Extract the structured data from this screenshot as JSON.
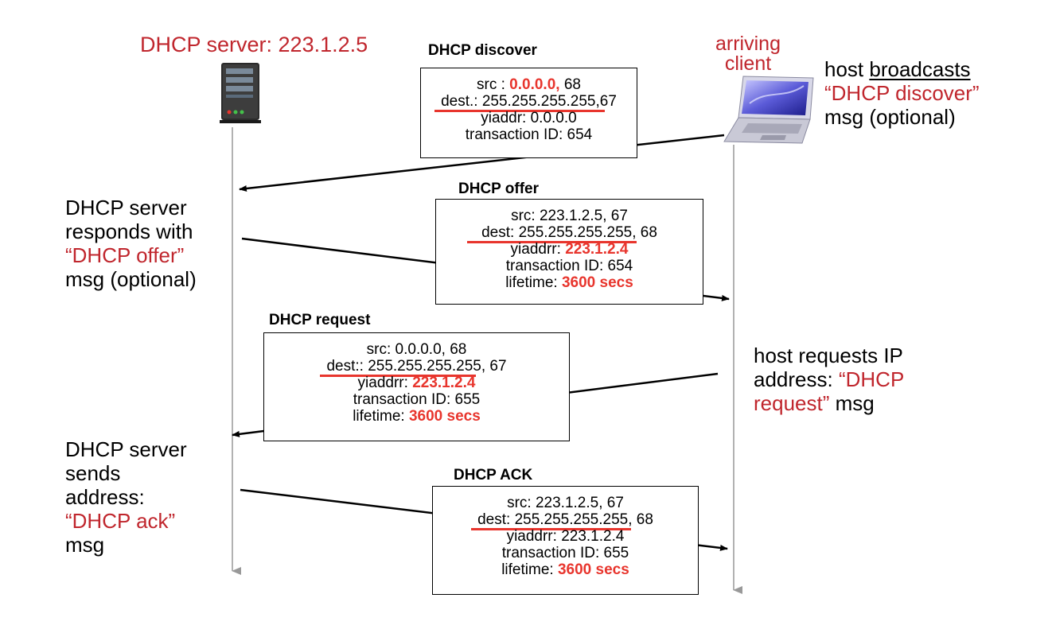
{
  "server": {
    "title": "DHCP server: 223.1.2.5",
    "icon": "server-tower-icon"
  },
  "client": {
    "title_line1": "arriving",
    "title_line2": "client",
    "icon": "laptop-icon"
  },
  "annotations": {
    "discover": {
      "line1_pre": "host ",
      "line1_ul": "broadcasts",
      "line2": "“DHCP discover”",
      "line3": "msg (optional)"
    },
    "offer": {
      "line1": "DHCP server",
      "line2": "responds with",
      "line3": "“DHCP offer”",
      "line4": "msg (optional)"
    },
    "request": {
      "line1": "host requests IP",
      "line2_pre": "address: ",
      "line2_red": "“DHCP",
      "line3_red": "request”",
      "line3_post": " msg"
    },
    "ack": {
      "line1": "DHCP server",
      "line2": "sends",
      "line3": "address:",
      "line4": "“DHCP ack”",
      "line5": "msg"
    }
  },
  "messages": {
    "discover": {
      "title": "DHCP discover",
      "src_label": "src : ",
      "src_ip": "0.0.0.0,",
      "src_port": " 68",
      "dest_ul": "dest.: 255.255.255.255",
      "dest_rest": ",67",
      "yiaddr_label": "yiaddr:    ",
      "yiaddr_val": "0.0.0.0",
      "txn": "transaction ID: 654"
    },
    "offer": {
      "title": "DHCP offer",
      "src": "src: 223.1.2.5, 67",
      "dest_ul": "dest:  255.255.255.255",
      "dest_rest": ", 68",
      "yiaddr_label": "yiaddrr: ",
      "yiaddr_val": "223.1.2.4",
      "txn": "transaction ID: 654",
      "lifetime_label": "lifetime: ",
      "lifetime_val": "3600 secs"
    },
    "request": {
      "title": "DHCP request",
      "src": "src:  0.0.0.0, 68",
      "dest_ul": "dest::  255.255.255.25",
      "dest_rest": "5, 67",
      "yiaddr_label": "yiaddrr: ",
      "yiaddr_val": "223.1.2.4",
      "txn": "transaction ID: 655",
      "lifetime_label": "lifetime: ",
      "lifetime_val": "3600 secs"
    },
    "ack": {
      "title": "DHCP ACK",
      "src": "src: 223.1.2.5, 67",
      "dest_ul": "dest:  255.255.255.255",
      "dest_rest": ", 68",
      "yiaddr": "yiaddrr: 223.1.2.4",
      "txn": "transaction ID: 655",
      "lifetime_label": "lifetime: ",
      "lifetime_val": "3600 secs"
    }
  },
  "colors": {
    "highlight": "#e8352d",
    "label_red": "#c0262d",
    "timeline": "#999999"
  }
}
